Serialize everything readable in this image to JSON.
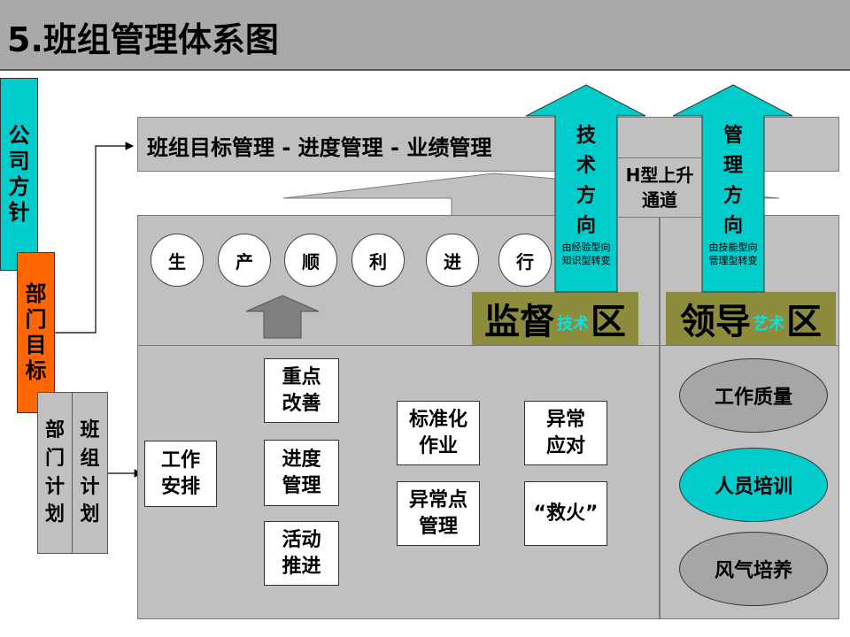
{
  "title": "5.班组管理体系图",
  "left": {
    "company_policy": [
      "公",
      "司",
      "方",
      "针"
    ],
    "dept_goal": [
      "部",
      "门",
      "目",
      "标"
    ],
    "dept_plan": [
      "部",
      "门",
      "计",
      "划"
    ],
    "team_plan": [
      "班",
      "组",
      "计",
      "划"
    ]
  },
  "top_banner": "班组目标管理 - 进度管理 - 业绩管理",
  "circles": [
    "生",
    "产",
    "顺",
    "利",
    "进",
    "行"
  ],
  "flow": {
    "work_arrange": [
      "工作",
      "安排"
    ],
    "key_improve": [
      "重点",
      "改善"
    ],
    "progress_mgmt": [
      "进度",
      "管理"
    ],
    "activity_push": [
      "活动",
      "推进"
    ],
    "standard_work": [
      "标准化",
      "作业"
    ],
    "abnormal_point": [
      "异常点",
      "管理"
    ],
    "abnormal_response": [
      "异常",
      "应对"
    ],
    "firefight": "“救火”"
  },
  "tech_arrow": {
    "chars": [
      "技",
      "术",
      "方",
      "向"
    ],
    "note": [
      "由经验型向",
      "知识型转变"
    ]
  },
  "mgmt_arrow": {
    "chars": [
      "管",
      "理",
      "方",
      "向"
    ],
    "note": [
      "由技能型向",
      "管理型转变"
    ]
  },
  "h_channel": [
    "H型上升",
    "通道"
  ],
  "zones": {
    "supervise": {
      "main_left": "监督",
      "small": "技术",
      "main_right": "区"
    },
    "lead": {
      "main_left": "领导",
      "small": "艺术",
      "main_right": "区"
    }
  },
  "ellipses": [
    {
      "label": "工作质量",
      "color": "#a6a6a6"
    },
    {
      "label": "人员培训",
      "color": "#00cccc"
    },
    {
      "label": "风气培养",
      "color": "#a6a6a6"
    }
  ],
  "colors": {
    "cyan": "#00cccc",
    "orange": "#ff6600",
    "olive": "#8c8c3c",
    "panel": "#c0c0c0"
  }
}
